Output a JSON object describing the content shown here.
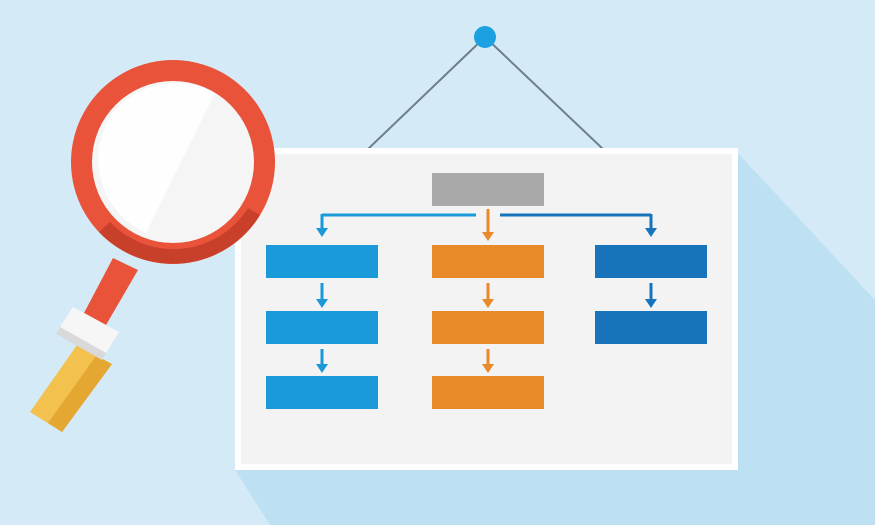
{
  "colors": {
    "background": "#d4ebf7",
    "long_shadow": "#bde0f3",
    "board_frame": "#ffffff",
    "board_surface": "#f3f3f3",
    "hanger_pin": "#1ba1e2",
    "hanger_string": "#6d7f8b",
    "root_box": "#a9a9a9",
    "branch_left": "#1a9ad9",
    "branch_middle": "#e8892a",
    "branch_right": "#1773ba",
    "magnifier_ring": "#e8533a",
    "magnifier_ring_shade": "#c9402a",
    "magnifier_lens": "#f5f5f5",
    "magnifier_lens_shine": "#ffffff",
    "magnifier_collar": "#f6f6f6",
    "magnifier_handle": "#f2c14e",
    "magnifier_handle_shade": "#e3a732"
  },
  "illustration": {
    "subject": "flowchart-on-hanging-board-with-magnifying-glass",
    "icons": [
      "magnifying-glass-icon",
      "hanging-board",
      "flowchart-diagram"
    ],
    "flowchart": {
      "root_count": 1,
      "branches": [
        {
          "name": "left",
          "color_key": "branch_left",
          "box_count": 3
        },
        {
          "name": "middle",
          "color_key": "branch_middle",
          "box_count": 3
        },
        {
          "name": "right",
          "color_key": "branch_right",
          "box_count": 2
        }
      ]
    }
  }
}
